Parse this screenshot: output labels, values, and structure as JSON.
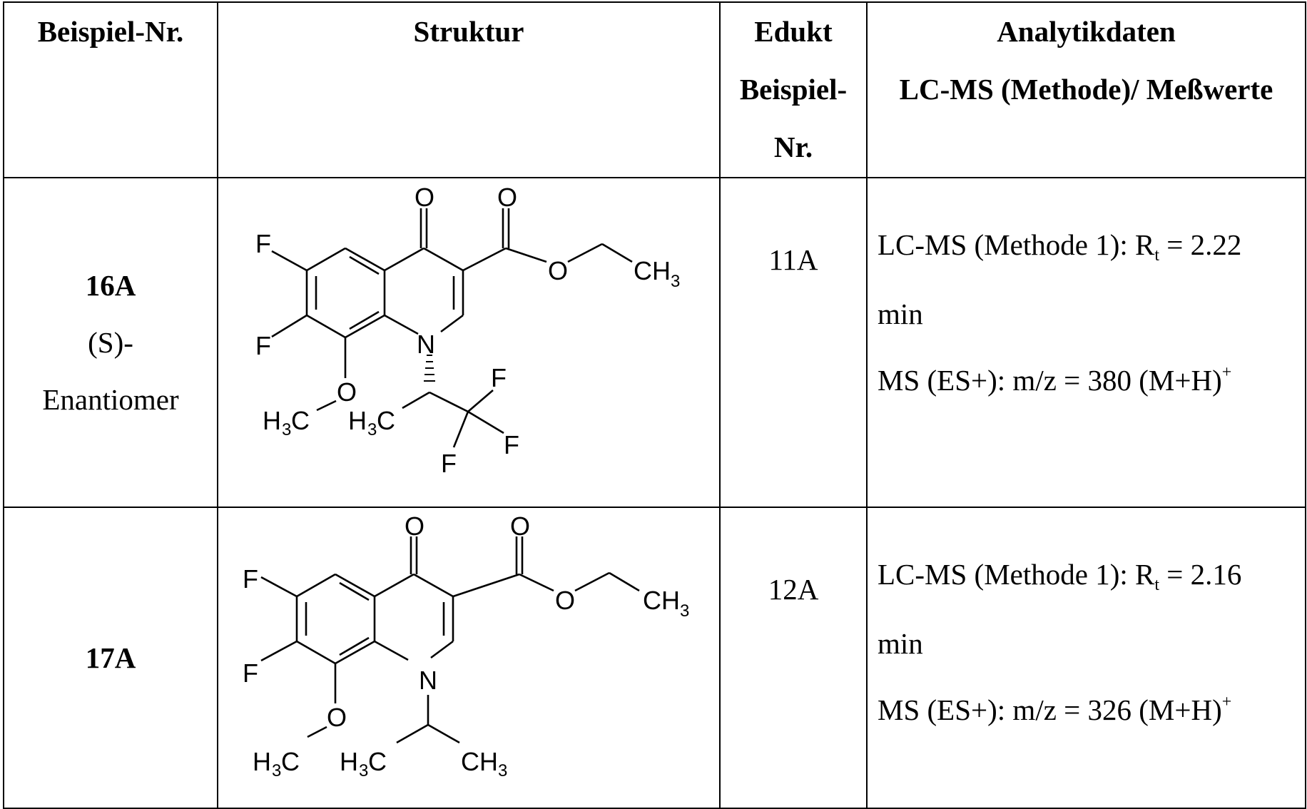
{
  "headers": {
    "beispiel": "Beispiel-Nr.",
    "struktur": "Struktur",
    "edukt": [
      "Edukt",
      "Beispiel-",
      "Nr."
    ],
    "analytik": [
      "Analytikdaten",
      "LC-MS (Methode)/ Meßwerte"
    ]
  },
  "rows": [
    {
      "id": "16A",
      "id_note": [
        "(S)-",
        "Enantiomer"
      ],
      "edukt": "11A",
      "lcms_prefix": "LC-MS (Methode 1): R",
      "lcms_sub": "t",
      "lcms_value": " = 2.22",
      "lcms_unit": "min",
      "ms_text": "MS (ES+): m/z = 380 (M+H)",
      "ms_sup": "+",
      "structure_labels": {
        "F1": "F",
        "F2": "F",
        "O_keto": "O",
        "O_ester_dbl": "O",
        "O_ester": "O",
        "CH": "CH",
        "sub3": "3",
        "N": "N",
        "O_meth": "O",
        "H_a": "H",
        "C_a": "C",
        "H_b": "H",
        "C_b": "C",
        "F3": "F",
        "F4": "F",
        "F5": "F"
      }
    },
    {
      "id": "17A",
      "id_note": [],
      "edukt": "12A",
      "lcms_prefix": "LC-MS (Methode 1): R",
      "lcms_sub": "t",
      "lcms_value": " = 2.16",
      "lcms_unit": "min",
      "ms_text": "MS (ES+): m/z = 326 (M+H)",
      "ms_sup": "+",
      "structure_labels": {
        "F1": "F",
        "F2": "F",
        "O_keto": "O",
        "O_ester_dbl": "O",
        "O_ester": "O",
        "CH": "CH",
        "sub3": "3",
        "N": "N",
        "O_meth": "O",
        "H_a": "H",
        "C_a": "C",
        "H_b": "H",
        "C_b": "C",
        "CH_b": "CH"
      }
    }
  ]
}
